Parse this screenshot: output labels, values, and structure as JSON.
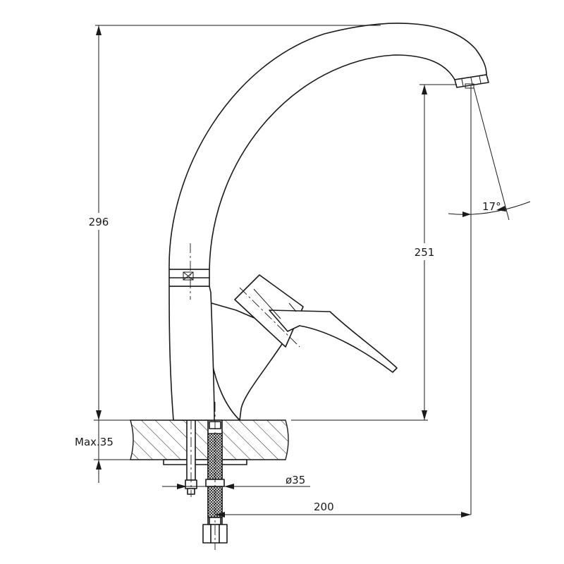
{
  "dimensions": {
    "overall_height": "296",
    "spout_height": "251",
    "spout_angle": "17°",
    "max_countertop": "Max.35",
    "hole_diameter": "ø35",
    "spout_reach": "200"
  }
}
